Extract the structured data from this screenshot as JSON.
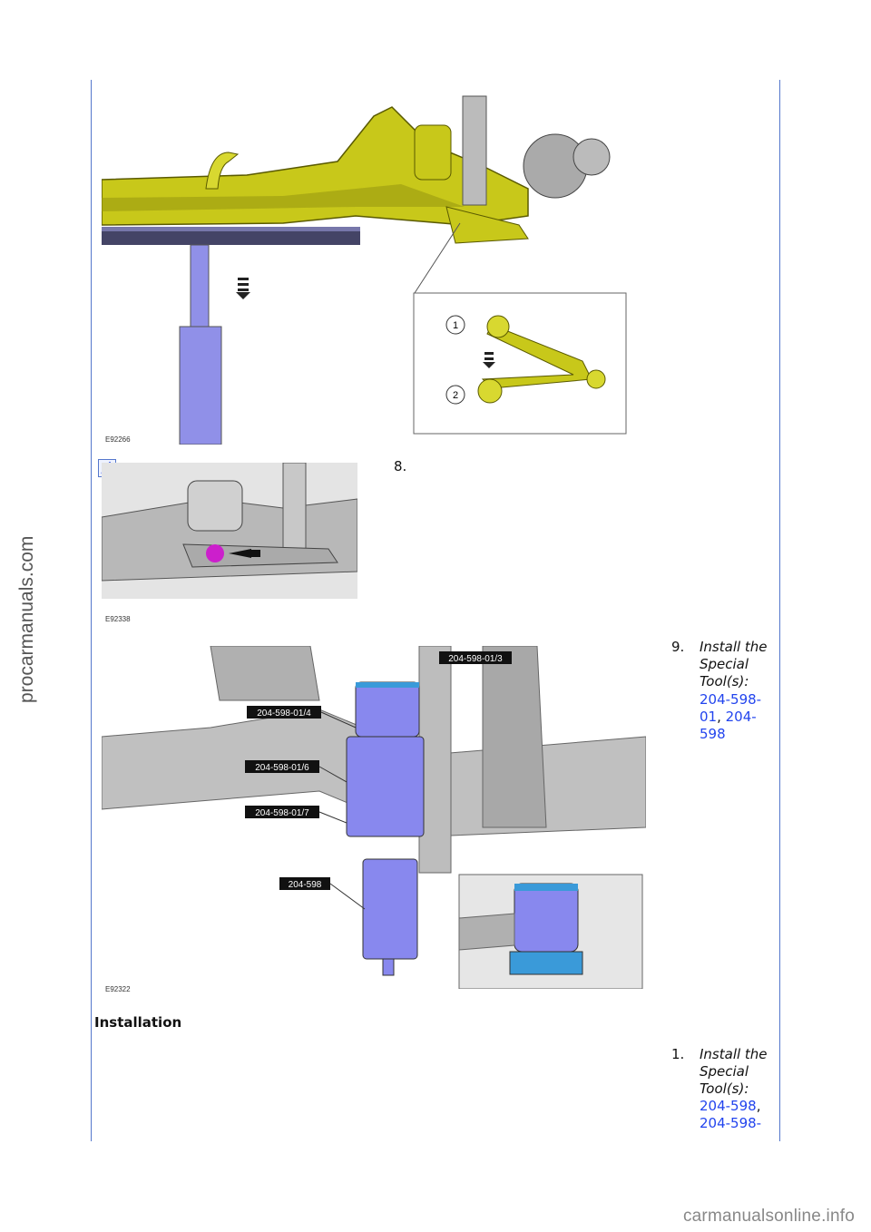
{
  "watermark_side": "procarmanuals.com",
  "watermark_footer": "carmanualsonline.info",
  "figures": {
    "fig1_id": "E92266",
    "fig1_callout_1": "1",
    "fig1_callout_2": "2",
    "fig2_id": "E92338",
    "fig3_id": "E92322",
    "fig3_labels": [
      "204-598-01/3",
      "204-598-01/4",
      "204-598-01/6",
      "204-598-01/7",
      "204-598"
    ]
  },
  "steps": {
    "step8_num": "8.",
    "step9_num": "9.",
    "step9_text": "Install the Special Tool(s):",
    "step9_links": [
      "204-598-01",
      "204-598"
    ],
    "section_heading": "Installation",
    "inst1_num": "1.",
    "inst1_text": "Install the Special Tool(s):",
    "inst1_links": [
      "204-598",
      "204-598-"
    ]
  },
  "colors": {
    "rule": "#5577cc",
    "link": "#2244ee",
    "subframe": "#c8c81a",
    "tool": "#8888ee"
  }
}
